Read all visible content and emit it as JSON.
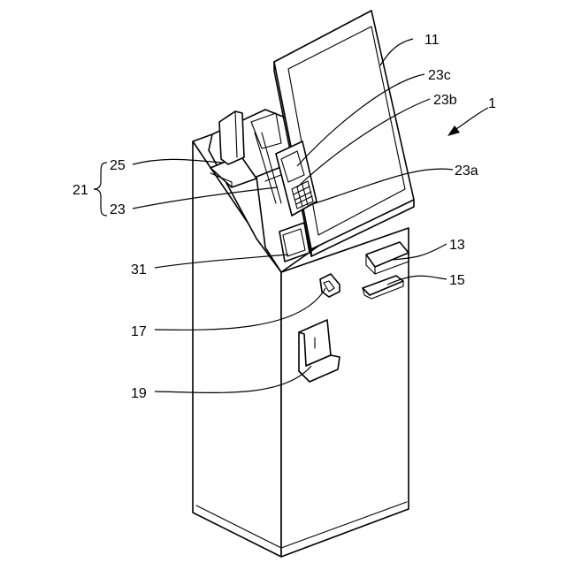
{
  "figure": {
    "labels": {
      "kiosk": "1",
      "display": "11",
      "card_slot_upper": "13",
      "card_slot_lower": "15",
      "coin_slot": "17",
      "tray": "19",
      "group_bracket": "21",
      "payment_terminal": "23",
      "terminal_part_a": "23a",
      "terminal_part_b": "23b",
      "terminal_part_c": "23c",
      "reader_stand": "25",
      "receipt_outlet": "31"
    }
  }
}
